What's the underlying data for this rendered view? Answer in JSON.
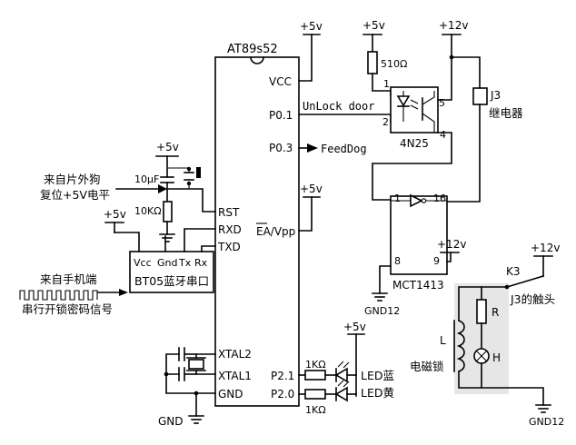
{
  "labels": {
    "mcu": "AT89s52",
    "vcc": "VCC",
    "p01": "P0.1",
    "p03": "P0.3",
    "rst": "RST",
    "rxd": "RXD",
    "txd": "TXD",
    "ea": "EA/Vpp",
    "xtal2": "XTAL2",
    "xtal1": "XTAL1",
    "gnd_pin": "GND",
    "p21": "P2.1",
    "p20": "P2.0",
    "unlock": "UnLock door",
    "feeddog": "FeedDog",
    "p5v_mcu": "+5v",
    "p5v_ea": "+5v",
    "p5v_rst": "+5v",
    "p5v_bt": "+5v",
    "p5v_opto": "+5v",
    "p5v_led": "+5v",
    "p12v_relay": "+12v",
    "p12v_mct": "+12v",
    "p12v_k3": "+12v",
    "cap": "10μF",
    "res_rst": "10KΩ",
    "res_510": "510Ω",
    "res_1k_a": "1KΩ",
    "res_1k_b": "1KΩ",
    "bt_vcc": "Vcc",
    "bt_gnd": "Gnd",
    "bt_tx": "Tx",
    "bt_rx": "Rx",
    "bt_name": "BT05蓝牙串口",
    "watchdog_1": "来自片外狗",
    "watchdog_2": "复位+5V电平",
    "phone_1": "来自手机端",
    "phone_2": "串行开锁密码信号",
    "opto": "4N25",
    "opto_pin1": "1",
    "opto_pin2": "2",
    "opto_pin4": "4",
    "opto_pin5": "5",
    "mct": "MCT1413",
    "mct_pin1": "1",
    "mct_pin16": "16",
    "mct_pin8": "8",
    "mct_pin9": "9",
    "gnd12_a": "GND12",
    "gnd12_b": "GND12",
    "gnd_main": "GND",
    "j3": "J3",
    "relay": "继电器",
    "k3": "K3",
    "j3_contact": "J3的触头",
    "r": "R",
    "l": "L",
    "h": "H",
    "lock": "电磁锁",
    "led_blue": "LED蓝",
    "led_yellow": "LED黄"
  }
}
